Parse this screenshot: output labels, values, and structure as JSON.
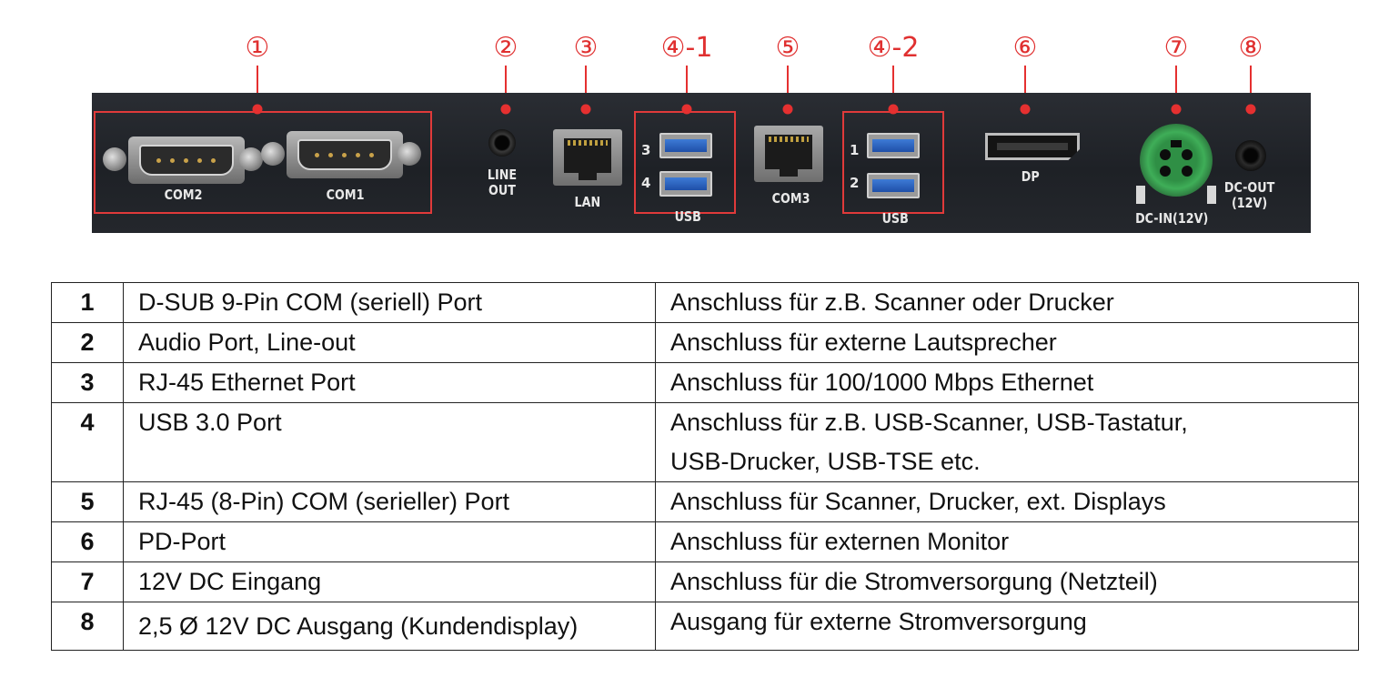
{
  "callouts": [
    "①",
    "②",
    "③",
    "④-1",
    "⑤",
    "④-2",
    "⑥",
    "⑦",
    "⑧"
  ],
  "panel_labels": {
    "com2": "COM2",
    "com1": "COM1",
    "line_out_1": "LINE",
    "line_out_2": "OUT",
    "lan": "LAN",
    "usb_a_3": "3",
    "usb_a_4": "4",
    "usb_a": "USB",
    "com3": "COM3",
    "usb_b_1": "1",
    "usb_b_2": "2",
    "usb_b": "USB",
    "dp": "DP",
    "dc_in": "DC-IN(12V)",
    "dc_out_1": "DC-OUT",
    "dc_out_2": "(12V)"
  },
  "colors": {
    "callout": "#e03030",
    "panel": "#24272c",
    "dc_in": "#3fae58",
    "usb": "#2f64c4"
  },
  "table": {
    "rows": [
      {
        "num": "1",
        "port": "D-SUB 9-Pin COM (seriell) Port",
        "desc": [
          "Anschluss für z.B. Scanner oder Drucker"
        ]
      },
      {
        "num": "2",
        "port": "Audio Port, Line-out",
        "desc": [
          "Anschluss für externe Lautsprecher"
        ]
      },
      {
        "num": "3",
        "port": "RJ-45 Ethernet Port",
        "desc": [
          "Anschluss für 100/1000 Mbps Ethernet"
        ]
      },
      {
        "num": "4",
        "port": "USB 3.0 Port",
        "desc": [
          "Anschluss für z.B. USB-Scanner, USB-Tastatur,",
          "USB-Drucker, USB-TSE etc."
        ]
      },
      {
        "num": "5",
        "port": "RJ-45 (8-Pin) COM (serieller) Port",
        "desc": [
          "Anschluss für Scanner, Drucker, ext. Displays"
        ]
      },
      {
        "num": "6",
        "port": "PD-Port",
        "desc": [
          "Anschluss für externen Monitor"
        ]
      },
      {
        "num": "7",
        "port": "12V DC Eingang",
        "desc": [
          "Anschluss für die Stromversorgung (Netzteil)"
        ]
      },
      {
        "num": "8",
        "port": "2,5 Ø 12V DC Ausgang (Kundendisplay)",
        "desc": [
          "Ausgang für externe Stromversorgung"
        ]
      }
    ]
  }
}
